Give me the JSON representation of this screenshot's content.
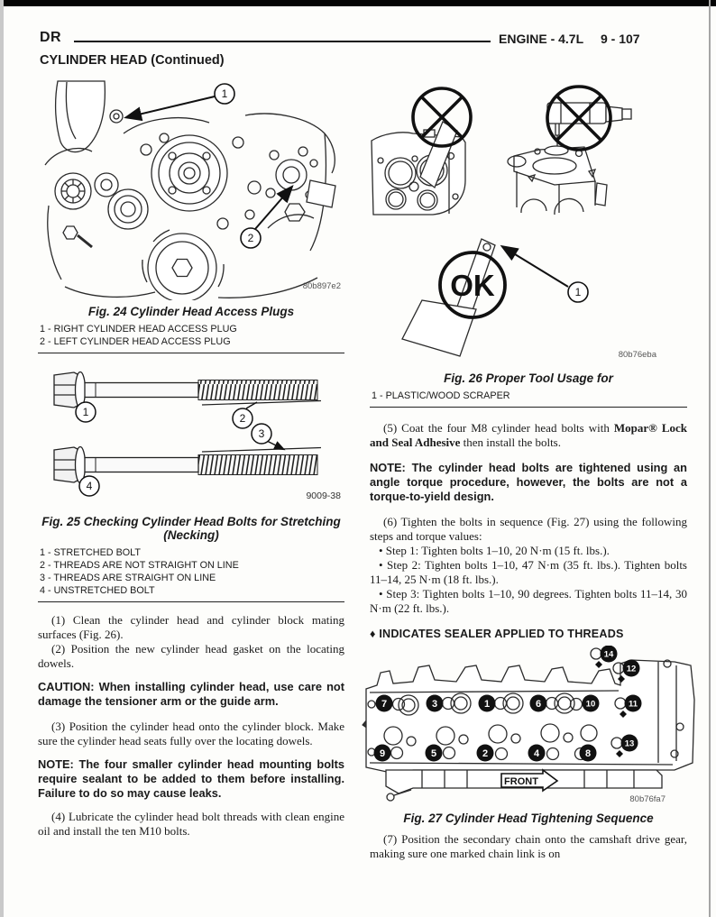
{
  "colors": {
    "ink": "#1a1a1a",
    "paper": "#fdfdfb"
  },
  "header": {
    "code": "DR",
    "title": "ENGINE - 4.7L",
    "page_num": "9 - 107"
  },
  "section_title": "CYLINDER HEAD (Continued)",
  "fig24": {
    "callout_1": "1",
    "callout_2": "2",
    "code": "80b897e2",
    "caption": "Fig. 24 Cylinder Head Access Plugs",
    "legend": [
      "1 - RIGHT CYLINDER HEAD ACCESS PLUG",
      "2 - LEFT CYLINDER HEAD ACCESS PLUG"
    ]
  },
  "fig25": {
    "callout_1": "1",
    "callout_2": "2",
    "callout_3": "3",
    "callout_4": "4",
    "code": "9009-38",
    "caption_line1": "Fig. 25 Checking Cylinder Head Bolts for Stretching",
    "caption_line2": "(Necking)",
    "legend": [
      "1 - STRETCHED BOLT",
      "2 - THREADS ARE NOT STRAIGHT ON LINE",
      "3 - THREADS ARE STRAIGHT ON LINE",
      "4 - UNSTRETCHED BOLT"
    ]
  },
  "left_text": {
    "p1": "(1) Clean the cylinder head and cylinder block mating surfaces (Fig. 26).",
    "p2": "(2) Position the new cylinder head gasket on the locating dowels.",
    "caution": "CAUTION: When installing cylinder head, use care not damage the tensioner arm or the guide arm.",
    "p3": "(3) Position the cylinder head onto the cylinder block. Make sure the cylinder head seats fully over the locating dowels.",
    "note": "NOTE: The four smaller cylinder head mounting bolts require sealant to be added to them before installing. Failure to do so may cause leaks.",
    "p4": "(4) Lubricate the cylinder head bolt threads with clean engine oil and install the ten M10 bolts."
  },
  "fig26": {
    "ok_label": "OK",
    "callout_1": "1",
    "code": "80b76eba",
    "caption": "Fig. 26 Proper Tool Usage for",
    "legend": [
      "1 - PLASTIC/WOOD SCRAPER"
    ]
  },
  "right_text": {
    "p5_pre": "(5) Coat the four M8 cylinder head bolts with ",
    "p5_bold": "Mopar® Lock and Seal Adhesive",
    "p5_post": " then install the bolts.",
    "note": "NOTE: The cylinder head bolts are tightened using an angle torque procedure, however, the bolts are not a torque-to-yield design.",
    "p6": "(6) Tighten the bolts in sequence (Fig. 27) using the following steps and torque values:",
    "steps": [
      "• Step 1: Tighten bolts 1–10, 20 N·m (15 ft. lbs.).",
      "• Step 2: Tighten bolts 1–10, 47 N·m (35 ft. lbs.). Tighten bolts 11–14, 25 N·m (18 ft. lbs.).",
      "• Step 3: Tighten bolts 1–10, 90 degrees. Tighten bolts 11–14, 30 N·m (22 ft. lbs.)."
    ],
    "sealer_note": "♦ INDICATES SEALER APPLIED TO THREADS",
    "p7": "(7) Position the secondary chain onto the camshaft drive gear, making sure one marked chain link is on"
  },
  "fig27": {
    "front_label": "FRONT",
    "code": "80b76fa7",
    "caption": "Fig. 27 Cylinder Head Tightening Sequence",
    "seq_top": [
      "7",
      "3",
      "1",
      "6",
      "10"
    ],
    "seq_bottom": [
      "9",
      "5",
      "2",
      "4",
      "8"
    ],
    "seq_right": [
      "14",
      "12",
      "11",
      "13"
    ]
  }
}
